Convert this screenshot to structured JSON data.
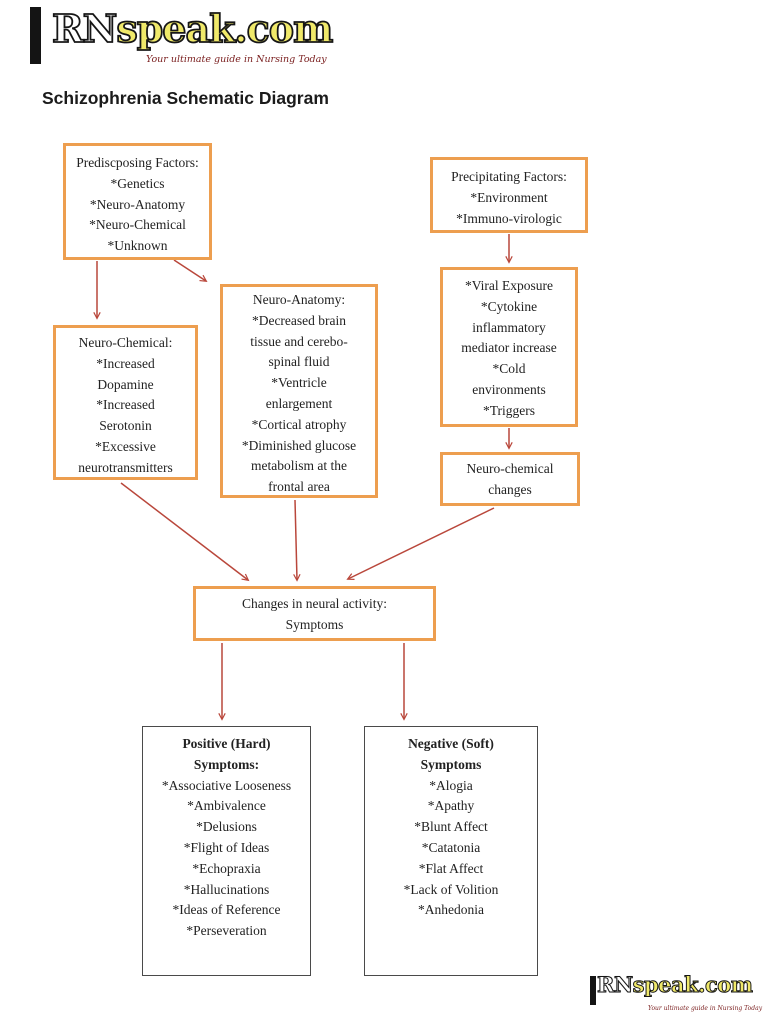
{
  "header": {
    "title": "Schizophrenia Schematic Diagram"
  },
  "logo": {
    "rn": "RN",
    "speak": "speak.com",
    "tagline": "Your ultimate guide in Nursing Today"
  },
  "colors": {
    "box_orange": "#ED9E4F",
    "arrow_red": "#B9473B",
    "symptom_border": "#4A4A4A",
    "logo_yellow": "#F0E96A",
    "tagline_red": "#7B2020",
    "title_color": "#1B1B1B",
    "text_color": "#222222"
  },
  "boxes": {
    "predisposing": {
      "lines": [
        "Prediscposing Factors:",
        "*Genetics",
        "*Neuro-Anatomy",
        "*Neuro-Chemical",
        "*Unknown"
      ]
    },
    "precipitating": {
      "lines": [
        "Precipitating Factors:",
        "*Environment",
        "*Immuno-virologic"
      ]
    },
    "neuro_anatomy": {
      "lines": [
        "Neuro-Anatomy:",
        "*Decreased brain",
        "tissue and cerebo-",
        "spinal fluid",
        "*Ventricle",
        "enlargement",
        "*Cortical atrophy",
        "*Diminished glucose",
        "metabolism at the",
        "frontal area"
      ]
    },
    "neuro_chemical": {
      "lines": [
        "Neuro-Chemical:",
        "*Increased",
        "Dopamine",
        "*Increased",
        "Serotonin",
        "*Excessive",
        "neurotransmitters"
      ]
    },
    "viral": {
      "lines": [
        "*Viral Exposure",
        "*Cytokine",
        "inflammatory",
        "mediator increase",
        "*Cold",
        "environments",
        "*Triggers"
      ]
    },
    "neuro_chem_changes": {
      "lines": [
        "Neuro-chemical",
        "changes"
      ]
    },
    "changes": {
      "lines": [
        "Changes in neural activity:",
        "Symptoms"
      ]
    },
    "positive": {
      "title_lines": [
        "Positive (Hard)",
        "Symptoms:"
      ],
      "lines": [
        "*Associative Looseness",
        "*Ambivalence",
        "*Delusions",
        "*Flight of Ideas",
        "*Echopraxia",
        "*Hallucinations",
        "*Ideas of Reference",
        "*Perseveration"
      ]
    },
    "negative": {
      "title_lines": [
        "Negative (Soft)",
        "Symptoms"
      ],
      "lines": [
        "*Alogia",
        "*Apathy",
        "*Blunt Affect",
        "*Catatonia",
        "*Flat Affect",
        "*Lack of Volition",
        "*Anhedonia"
      ]
    }
  }
}
